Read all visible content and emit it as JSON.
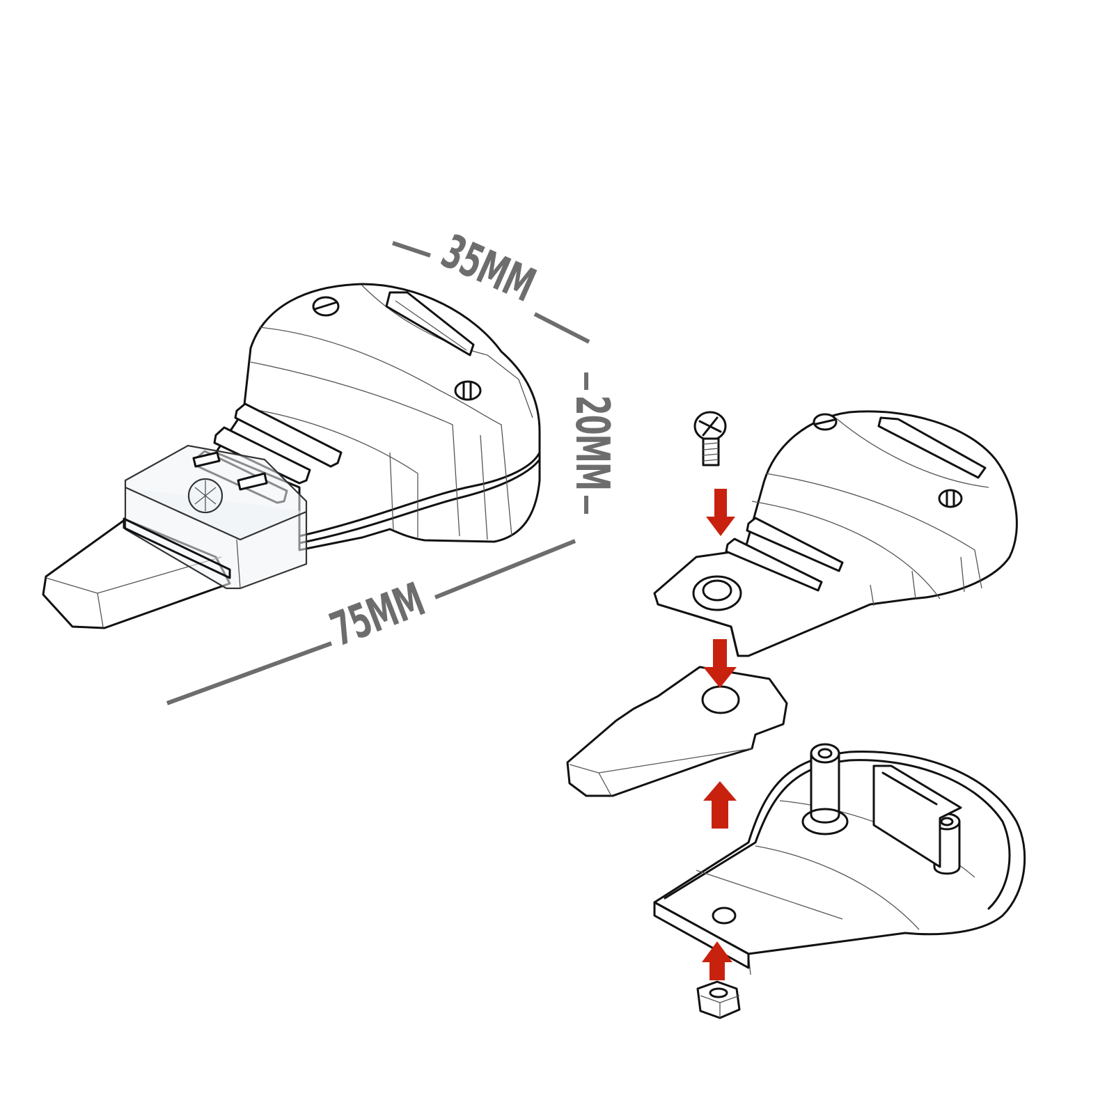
{
  "dimensions": {
    "width_label": "35MM",
    "height_label": "20MM",
    "length_label": "75MM"
  },
  "colors": {
    "dimension_line": "#6d6d6d",
    "arrow": "#c8220f",
    "outline": "#111111"
  },
  "icons": [
    "screw-icon",
    "hex-nut-icon",
    "arrow-down-icon",
    "arrow-up-icon"
  ]
}
